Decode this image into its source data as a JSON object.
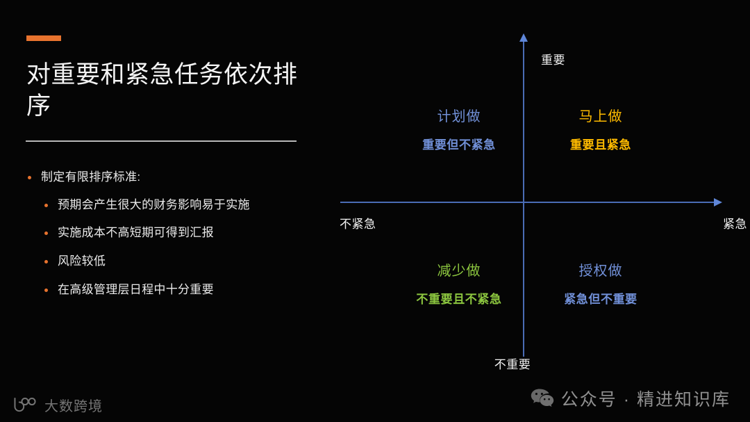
{
  "slide": {
    "background_color": "#050505",
    "accent_color": "#e8732e",
    "title": "对重要和紧急任务依次排序"
  },
  "bullets": [
    {
      "level": 0,
      "text": "制定有限排序标准:"
    },
    {
      "level": 1,
      "text": "预期会产生很大的财务影响易于实施"
    },
    {
      "level": 1,
      "text": "实施成本不高短期可得到汇报"
    },
    {
      "level": 1,
      "text": "风险较低"
    },
    {
      "level": 1,
      "text": "在高级管理层日程中十分重要"
    }
  ],
  "chart_data": {
    "type": "scatter",
    "title": "",
    "xlabel": "",
    "ylabel": "",
    "axis_color": "#4a6cb5",
    "axes": {
      "vertical_top_label": "重要",
      "vertical_bottom_label": "不重要",
      "horizontal_left_label": "不紧急",
      "horizontal_right_label": "紧急"
    },
    "quadrants": [
      {
        "position": "top-left",
        "action": "计划做",
        "description": "重要但不紧急",
        "color": "#7190d8"
      },
      {
        "position": "top-right",
        "action": "马上做",
        "description": "重要且紧急",
        "color": "#ffbb00"
      },
      {
        "position": "bottom-left",
        "action": "减少做",
        "description": "不重要且不紧急",
        "color": "#8cc63f"
      },
      {
        "position": "bottom-right",
        "action": "授权做",
        "description": "紧急但不重要",
        "color": "#7190d8"
      }
    ]
  },
  "watermarks": {
    "left_text": "大数跨境",
    "right_text": "公众号 · 精进知识库"
  }
}
